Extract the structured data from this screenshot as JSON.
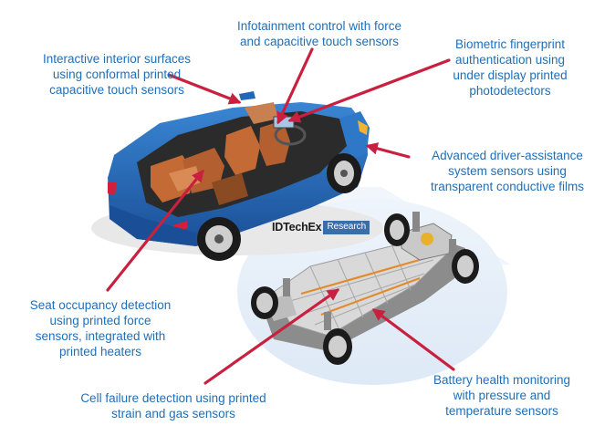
{
  "brand": {
    "name": "IDTechEx",
    "tag": "Research"
  },
  "colors": {
    "label": "#1f6fb8",
    "arrow": "#c8203e",
    "car_body": "#2466b8",
    "seats": "#c46a35",
    "bubble": "#e4eef8",
    "battery": "#d9d9d9"
  },
  "labels": {
    "infotainment": [
      "Infotainment control with force",
      "and capacitive touch sensors"
    ],
    "interior": [
      "Interactive interior surfaces",
      "using conformal printed",
      "capacitive touch sensors"
    ],
    "biometric": [
      "Biometric fingerprint",
      "authentication using",
      "under display printed",
      "photodetectors"
    ],
    "adas": [
      "Advanced driver-assistance",
      "system sensors using",
      "transparent conductive films"
    ],
    "seat": [
      "Seat occupancy detection",
      "using printed force",
      "sensors, integrated with",
      "printed heaters"
    ],
    "cell": [
      "Cell failure detection using printed",
      "strain and gas sensors"
    ],
    "battery": [
      "Battery health monitoring",
      "with pressure and",
      "temperature sensors"
    ]
  }
}
